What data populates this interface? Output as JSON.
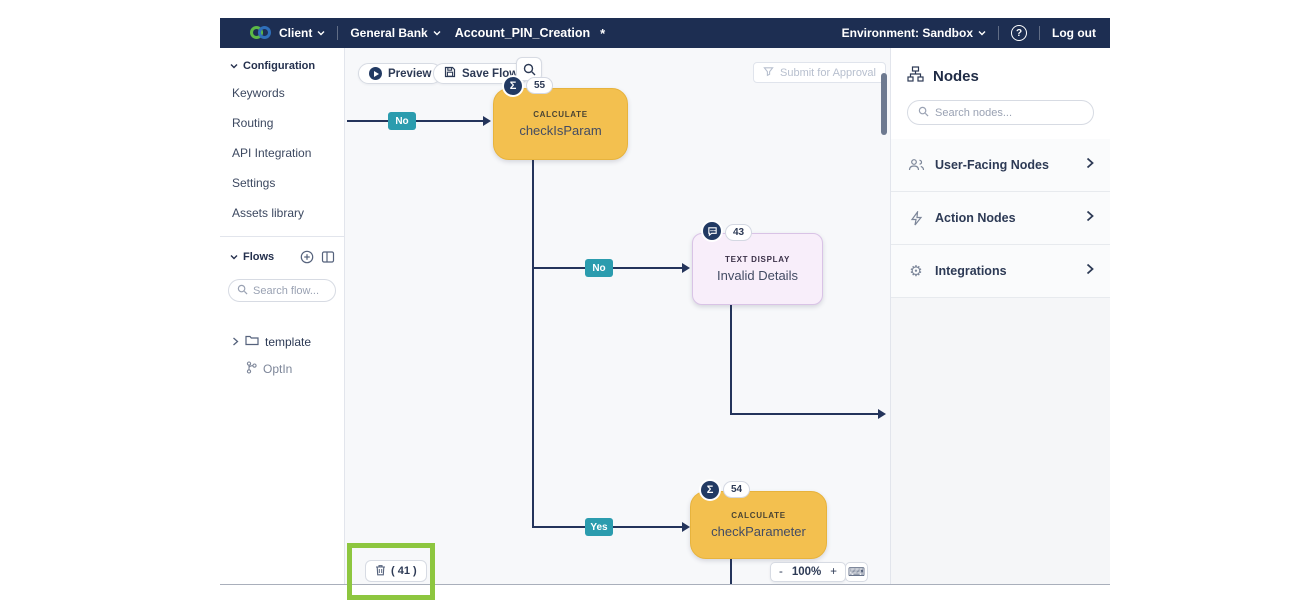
{
  "navbar": {
    "client_label": "Client",
    "org_label": "General Bank",
    "flow_title": "Account_PIN_Creation",
    "unsaved_indicator": "*",
    "environment_label": "Environment: Sandbox",
    "help_label": "?",
    "logout_label": "Log out"
  },
  "sidebar": {
    "configuration": {
      "label": "Configuration",
      "items": [
        "Keywords",
        "Routing",
        "API Integration",
        "Settings",
        "Assets library"
      ]
    },
    "flows": {
      "label": "Flows",
      "search_placeholder": "Search flow...",
      "tree": [
        {
          "type": "folder",
          "label": "template"
        },
        {
          "type": "flow",
          "label": "OptIn"
        }
      ]
    }
  },
  "canvas": {
    "toolbar": {
      "preview_label": "Preview",
      "save_label": "Save Flow"
    },
    "submit_label": "Submit for Approval",
    "sigma_glyph": "Σ",
    "edge_labels": [
      "No",
      "No",
      "Yes"
    ],
    "nodes": [
      {
        "count": "55",
        "badge": "sigma-icon",
        "type_label": "CALCULATE",
        "title": "checkIsParam"
      },
      {
        "count": "43",
        "badge": "chat-icon",
        "type_label": "TEXT DISPLAY",
        "title": "Invalid Details"
      },
      {
        "count": "54",
        "badge": "sigma-icon",
        "type_label": "CALCULATE",
        "title": "checkParameter"
      }
    ],
    "trash_count": "( 41 )",
    "zoom": {
      "minus": "-",
      "level": "100%",
      "plus": "+"
    }
  },
  "nodes_panel": {
    "title": "Nodes",
    "search_placeholder": "Search nodes...",
    "sections": [
      {
        "label": "User-Facing Nodes"
      },
      {
        "label": "Action Nodes"
      },
      {
        "label": "Integrations"
      }
    ]
  },
  "colors": {
    "navbar": "#1d2e52",
    "canvas_bg": "#f7f8fa",
    "edge": "#24345b",
    "teal_badge": "#2b9cae",
    "node_yellow": "#f3c04f",
    "node_lavender": "#f8eefa",
    "badge_navy": "#223a63",
    "highlight_green": "#8dc63f"
  }
}
